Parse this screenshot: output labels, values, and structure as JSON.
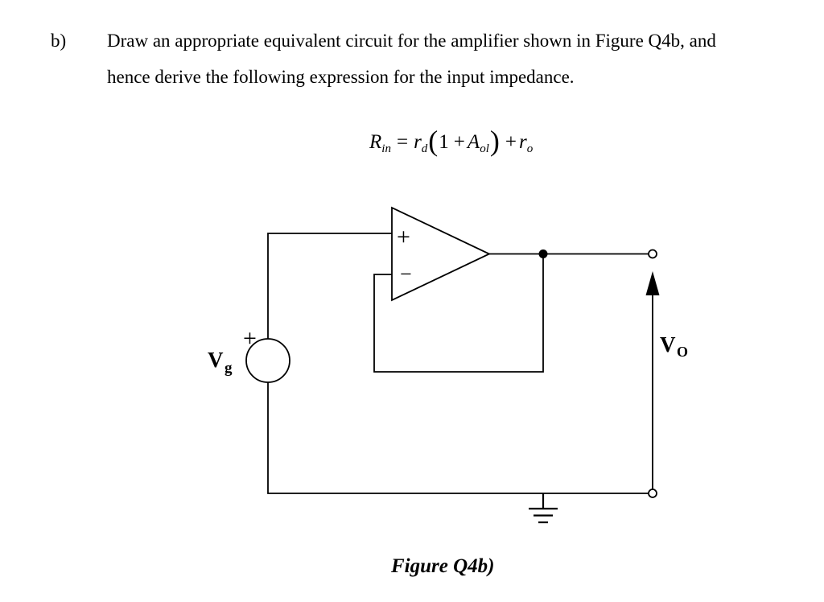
{
  "question": {
    "item_label": "b)",
    "line1": "Draw an appropriate equivalent circuit for the amplifier shown in Figure Q4b, and",
    "line2": "hence derive the following expression for the input impedance."
  },
  "equation": {
    "R": "R",
    "R_sub": "in",
    "equals": "=",
    "r1": "r",
    "r1_sub": "d",
    "lparen": "(",
    "one": "1",
    "plus_inner": "+",
    "A": "A",
    "A_sub": "ol",
    "rparen": ")",
    "plus_outer": "+",
    "r2": "r",
    "r2_sub": "o"
  },
  "circuit": {
    "opamp_plus": "+",
    "opamp_minus": "−",
    "source_plus": "+",
    "vg": "V",
    "vg_sub": "g",
    "vo": "V",
    "vo_sub": "O"
  },
  "caption": "Figure Q4b)",
  "colors": {
    "ink": "#000000",
    "paper": "#ffffff"
  }
}
